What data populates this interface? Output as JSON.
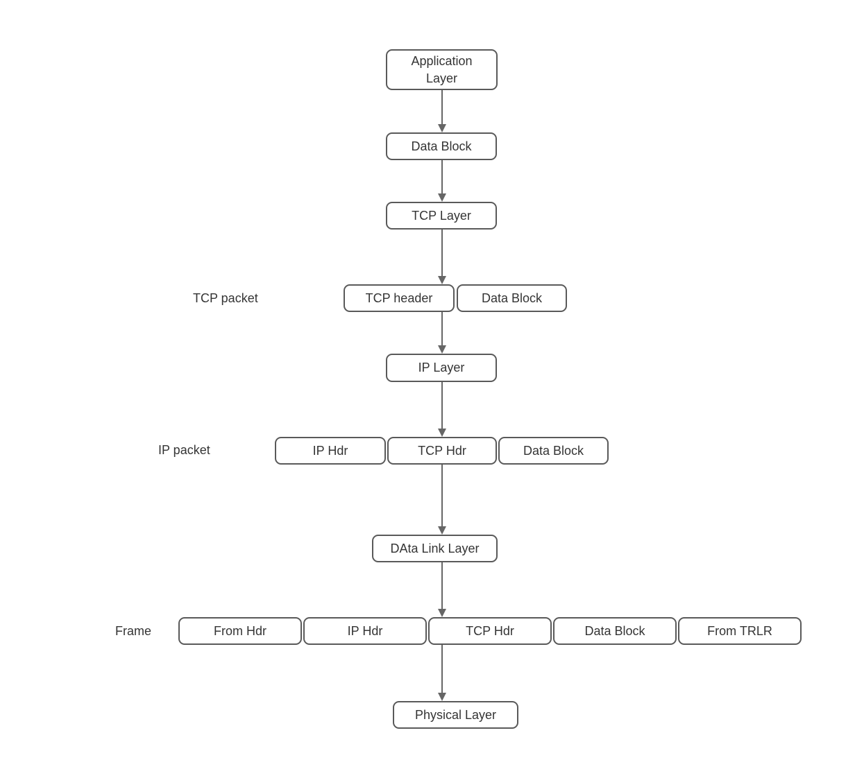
{
  "diagram": {
    "description": "TCP/IP data encapsulation flow diagram",
    "colors": {
      "border": "#595959",
      "text": "#343434",
      "arrow": "#666666",
      "background": "#ffffff"
    },
    "nodes": [
      {
        "label": "Application Layer"
      },
      {
        "label": "Data Block"
      },
      {
        "label": "TCP Layer"
      },
      {
        "label": "TCP header"
      },
      {
        "label": "Data Block"
      },
      {
        "label": "IP Layer"
      },
      {
        "label": "IP Hdr"
      },
      {
        "label": "TCP Hdr"
      },
      {
        "label": "Data Block"
      },
      {
        "label": "DAta Link Layer"
      },
      {
        "label": "From Hdr"
      },
      {
        "label": "IP Hdr"
      },
      {
        "label": "TCP Hdr"
      },
      {
        "label": "Data Block"
      },
      {
        "label": "From TRLR"
      },
      {
        "label": "Physical Layer"
      }
    ],
    "side_labels": [
      {
        "label": "TCP packet"
      },
      {
        "label": "IP packet"
      },
      {
        "label": "Frame"
      }
    ]
  }
}
